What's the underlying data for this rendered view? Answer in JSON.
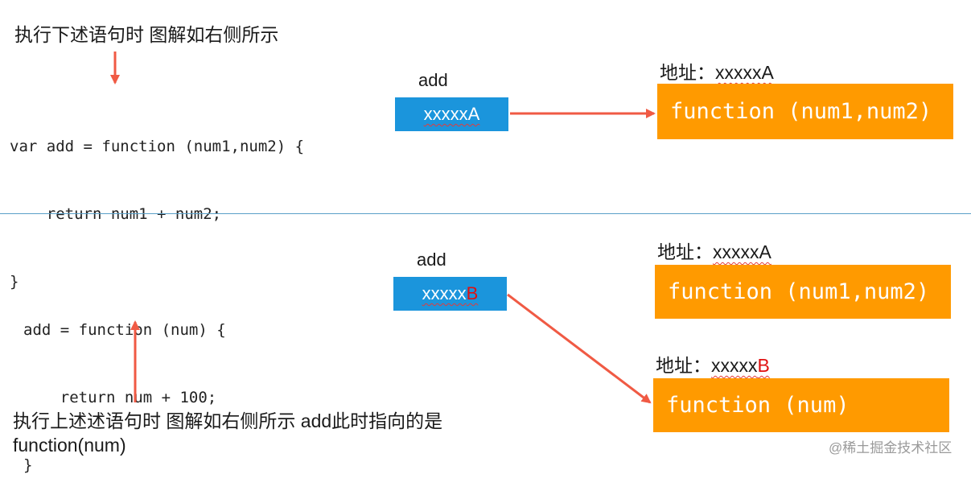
{
  "top": {
    "caption": "执行下述语句时 图解如右侧所示",
    "code_lines": [
      "var add = function (num1,num2) {",
      "    return num1 + num2;",
      "}"
    ],
    "var_label": "add",
    "var_value": "xxxxxA",
    "address_label": "地址：",
    "address_value": "xxxxxA",
    "function_text": "function (num1,num2)"
  },
  "bottom": {
    "code_lines": [
      "add = function (num) {",
      "    return num + 100;",
      "}"
    ],
    "caption_line1": "执行上述述语句时 图解如右侧所示 add此时指向的是",
    "caption_line2": "function(num)",
    "var_label": "add",
    "var_value_prefix": "xxxxx",
    "var_value_suffix": "B",
    "old_address_label": "地址：",
    "old_address_value": "xxxxxA",
    "old_function_text": "function (num1,num2)",
    "new_address_label": "地址：",
    "new_address_prefix": "xxxxx",
    "new_address_suffix": "B",
    "new_function_text": "function (num)"
  },
  "watermark": "@稀土掘金技术社区",
  "colors": {
    "arrow": "#f05a44",
    "variable_box": "#1b95dc",
    "function_box": "#ff9a00",
    "divider": "#5aa0c8",
    "highlight_letter": "#e01010"
  }
}
